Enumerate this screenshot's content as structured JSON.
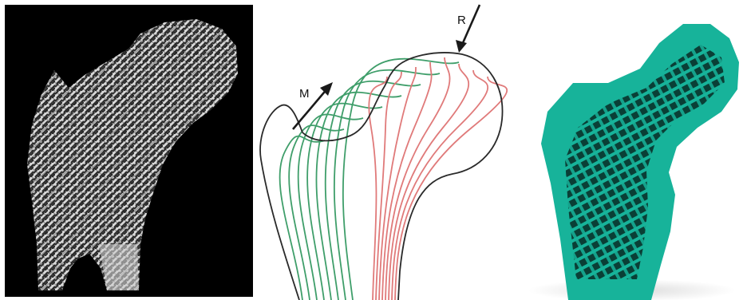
{
  "figure": {
    "panels": [
      {
        "id": "photo",
        "kind": "micrograph of trabecular bone in femoral head"
      },
      {
        "id": "diagram",
        "kind": "stress trajectory line drawing"
      },
      {
        "id": "render",
        "kind": "3D printed lattice femur model"
      }
    ],
    "diagram": {
      "force_labels": {
        "m": "M",
        "r": "R"
      },
      "colors": {
        "outline": "#2a2a2a",
        "compression_lines": "#e07a7a",
        "tension_lines": "#3f9e6a",
        "arrow": "#1a1a1a"
      }
    },
    "render": {
      "colors": {
        "body": "#17b39a",
        "shadow": "#0b6e5f",
        "dark": "#0a3f36"
      }
    }
  }
}
